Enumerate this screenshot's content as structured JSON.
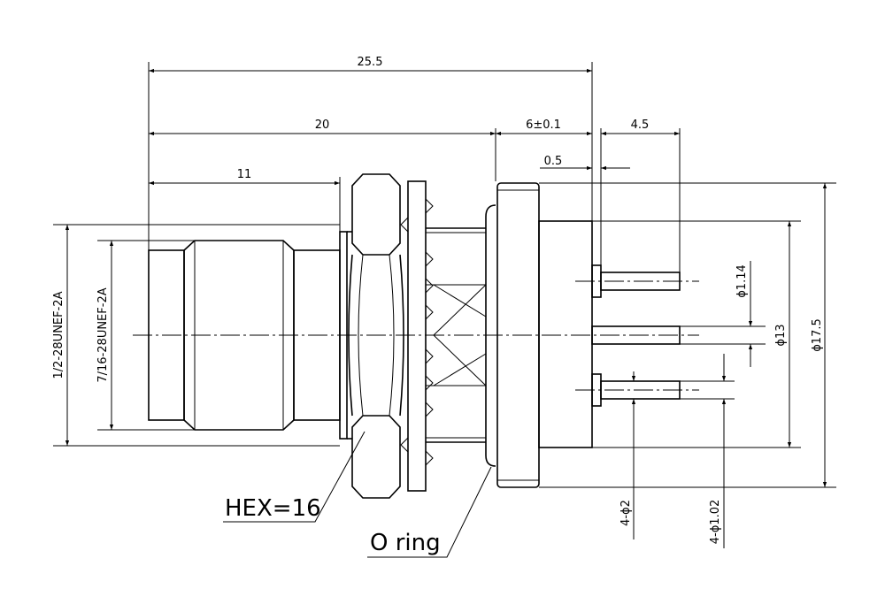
{
  "drawing": {
    "dimensions": {
      "overall_length": "25.5",
      "body_length": "20",
      "thread_length": "11",
      "flange_to_pin": "6±0.1",
      "pin_length": "4.5",
      "pin_offset": "0.5",
      "thread_outer": "1/2-28UNEF-2A",
      "thread_inner": "7/16-28UNEF-2A",
      "pin_diameter": "ϕ1.14",
      "body_diameter": "ϕ13",
      "flange_diameter": "ϕ17.5",
      "hole_pattern_a": "4-ϕ2",
      "hole_pattern_b": "4-ϕ1.02"
    },
    "callouts": {
      "hex": "HEX=16",
      "o_ring": "O ring"
    }
  }
}
